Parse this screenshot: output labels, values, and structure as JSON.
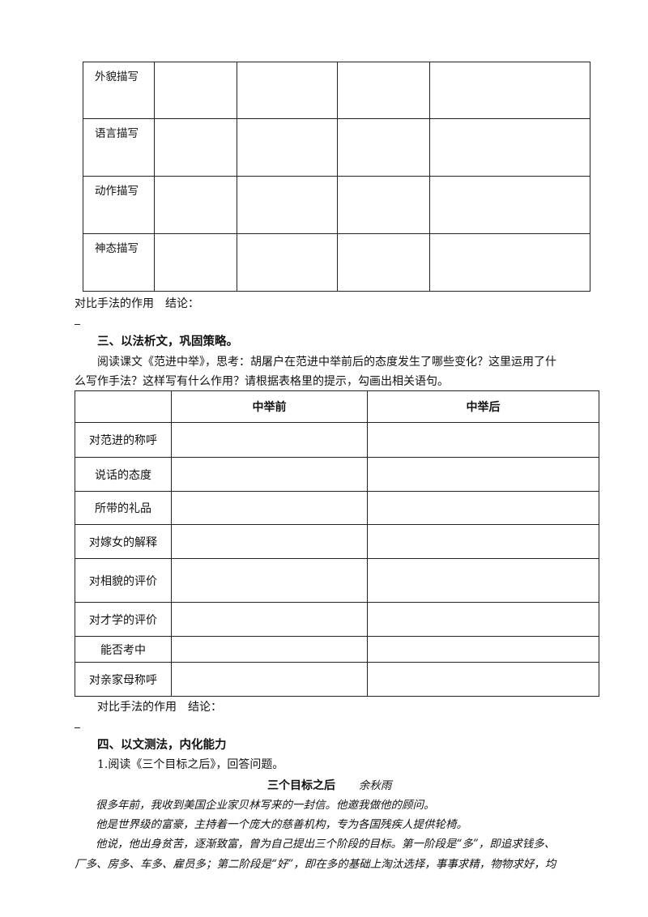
{
  "table1": {
    "rows": [
      "外貌描写",
      "语言描写",
      "动作描写",
      "神态描写"
    ]
  },
  "table1_conclusion": "对比手法的作用　结论：",
  "section3": {
    "heading": "三、以法析文，巩固策略。",
    "para_line1": "阅读课文《范进中举》，思考：胡屠户在范进中举前后的态度发生了哪些变化？这里运用了什",
    "para_line2": "么写作手法？这样写有什么作用？请根据表格里的提示，勾画出相关语句。"
  },
  "table2": {
    "headers": [
      "中举前",
      "中举后"
    ],
    "rows": [
      "对范进的称呼",
      "说话的态度",
      "所带的礼品",
      "对嫁女的解释",
      "对相貌的评价",
      "对才学的评价",
      "能否考中",
      "对亲家母称呼"
    ]
  },
  "table2_conclusion": "对比手法的作用　结论：",
  "section4": {
    "heading": "四、以文测法，内化能力",
    "question": "1.阅读《三个目标之后》，回答问题。",
    "article_title": "三个目标之后",
    "article_author": "余秋雨",
    "lines": [
      "很多年前，我收到美国企业家贝林写来的一封信。他邀我做他的顾问。",
      "他是世界级的富豪，主持着一个庞大的慈善机构，专为各国残疾人提供轮椅。",
      "他说，他出身贫苦，逐渐致富，曾为自己提出三个阶段的目标。第一阶段是“多”，即追求钱多、",
      "厂多、房多、车多、雇员多；第二阶段是“好”，即在多的基础上淘汰选择，事事求精，物物求好，均"
    ]
  }
}
